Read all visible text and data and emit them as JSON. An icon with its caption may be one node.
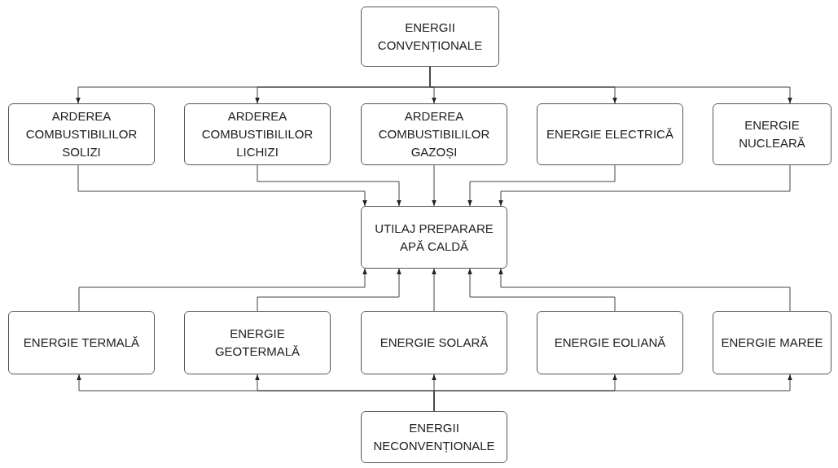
{
  "diagram": {
    "nodes": [
      {
        "text": [
          "ENERGII CONVENȚIONALE"
        ]
      },
      {
        "text": [
          "ARDEREA COMBUSTIBILILOR SOLIZI"
        ]
      },
      {
        "text": [
          "ARDEREA COMBUSTIBILILOR LICHIZI"
        ]
      },
      {
        "text": [
          "ARDEREA COMBUSTIBILILOR GAZOȘI"
        ]
      },
      {
        "text": [
          "ENERGIE ELECTRICĂ"
        ]
      },
      {
        "text": [
          "ENERGIE NUCLEARĂ"
        ]
      },
      {
        "text": [
          "UTILAJ PREPARARE APĂ CALDĂ"
        ]
      },
      {
        "text": [
          "ENERGIE TERMALĂ"
        ]
      },
      {
        "text": [
          "ENERGIE GEOTERMALĂ"
        ]
      },
      {
        "text": [
          "ENERGIE SOLARĂ"
        ]
      },
      {
        "text": [
          "ENERGIE EOLIANĂ"
        ]
      },
      {
        "text": [
          "ENERGIE MAREE"
        ]
      },
      {
        "text": [
          "ENERGII NECONVENȚIONALE"
        ]
      }
    ],
    "edges": [
      {
        "from": 0,
        "to": 1,
        "arrow": "to"
      },
      {
        "from": 0,
        "to": 2,
        "arrow": "to"
      },
      {
        "from": 0,
        "to": 3,
        "arrow": "to"
      },
      {
        "from": 0,
        "to": 4,
        "arrow": "to"
      },
      {
        "from": 0,
        "to": 5,
        "arrow": "to"
      },
      {
        "from": 1,
        "to": 6,
        "arrow": "to"
      },
      {
        "from": 2,
        "to": 6,
        "arrow": "to"
      },
      {
        "from": 3,
        "to": 6,
        "arrow": "to"
      },
      {
        "from": 4,
        "to": 6,
        "arrow": "to"
      },
      {
        "from": 5,
        "to": 6,
        "arrow": "to"
      },
      {
        "from": 7,
        "to": 6,
        "arrow": "to"
      },
      {
        "from": 8,
        "to": 6,
        "arrow": "to"
      },
      {
        "from": 9,
        "to": 6,
        "arrow": "to"
      },
      {
        "from": 10,
        "to": 6,
        "arrow": "to"
      },
      {
        "from": 11,
        "to": 6,
        "arrow": "to"
      },
      {
        "from": 12,
        "to": 7,
        "arrow": "to"
      },
      {
        "from": 12,
        "to": 8,
        "arrow": "to"
      },
      {
        "from": 12,
        "to": 9,
        "arrow": "to"
      },
      {
        "from": 12,
        "to": 10,
        "arrow": "to"
      },
      {
        "from": 12,
        "to": 11,
        "arrow": "to"
      }
    ]
  }
}
